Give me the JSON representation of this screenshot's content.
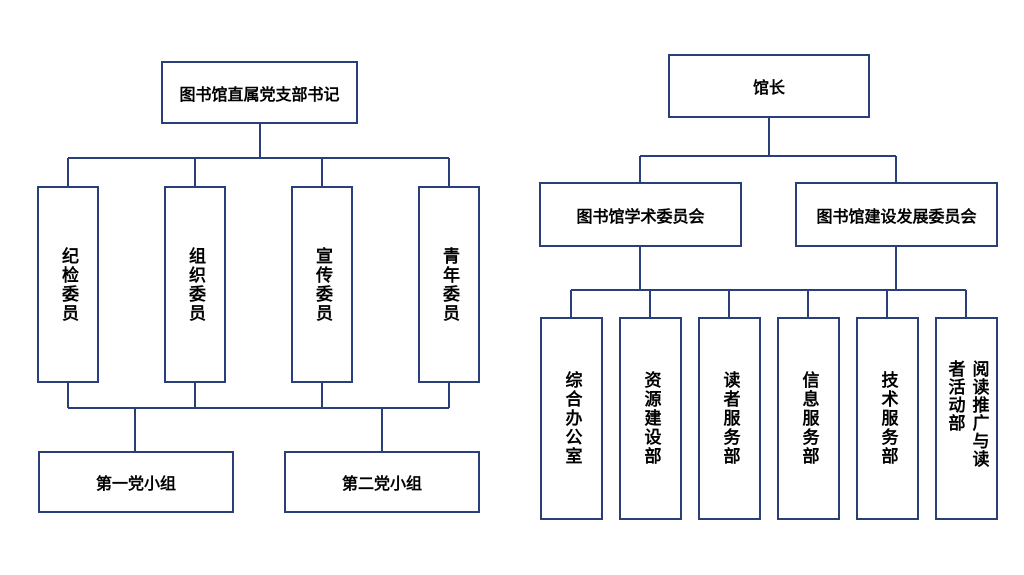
{
  "left": {
    "root": "图书馆直属党支部书记",
    "members": [
      "纪检委员",
      "组织委员",
      "宣传委员",
      "青年委员"
    ],
    "groups": [
      "第一党小组",
      "第二党小组"
    ]
  },
  "right": {
    "root": "馆长",
    "committees": [
      "图书馆学术委员会",
      "图书馆建设发展委员会"
    ],
    "departments": [
      "综合办公室",
      "资源建设部",
      "读者服务部",
      "信息服务部",
      "技术服务部",
      "阅读推广与读者活动部"
    ]
  },
  "colors": {
    "line": "#2a3f7a",
    "box_border": "#2a3f7a",
    "text": "#000000"
  }
}
